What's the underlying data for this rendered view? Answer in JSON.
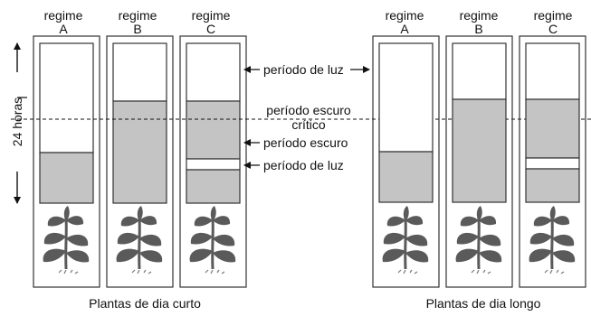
{
  "left_group": {
    "regimes": [
      {
        "line1": "regime",
        "line2": "A"
      },
      {
        "line1": "regime",
        "line2": "B"
      },
      {
        "line1": "regime",
        "line2": "C"
      }
    ],
    "caption": "Plantas de dia curto"
  },
  "right_group": {
    "regimes": [
      {
        "line1": "regime",
        "line2": "A"
      },
      {
        "line1": "regime",
        "line2": "B"
      },
      {
        "line1": "regime",
        "line2": "C"
      }
    ],
    "caption": "Plantas de dia longo"
  },
  "axis_label": "24 horas",
  "labels": {
    "light_top": "período de luz",
    "critical_line1": "período escuro",
    "critical_line2": "crítico",
    "dark": "período escuro",
    "light_bottom": "período de luz"
  },
  "colors": {
    "dark_fill": "#c4c4c4",
    "light_fill": "#ffffff",
    "plant": "#5a5a5a",
    "stroke": "#333333"
  }
}
